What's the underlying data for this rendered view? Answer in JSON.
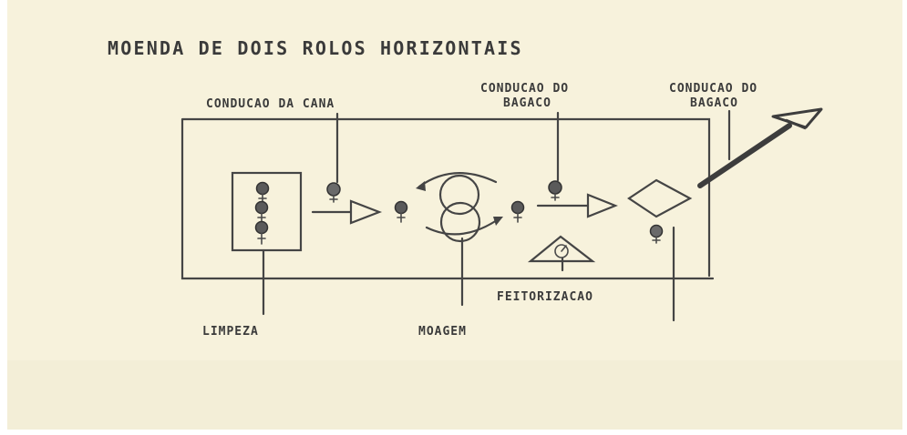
{
  "diagram": {
    "title": "MOENDA DE DOIS ROLOS HORIZONTAIS",
    "labels": {
      "conducao_cana": "CONDUCAO DA CANA",
      "conducao_bagaco_1_line1": "CONDUCAO DO",
      "conducao_bagaco_1_line2": "BAGACO",
      "conducao_bagaco_2_line1": "CONDUCAO DO",
      "conducao_bagaco_2_line2": "BAGACO",
      "limpeza": "LIMPEZA",
      "moagem": "MOAGEM",
      "feitorizacao": "FEITORIZACAO"
    },
    "colors": {
      "paper": "#f7f2dc",
      "ink": "#3b3b3b",
      "symbol_fill": "#5a5a5a"
    }
  }
}
